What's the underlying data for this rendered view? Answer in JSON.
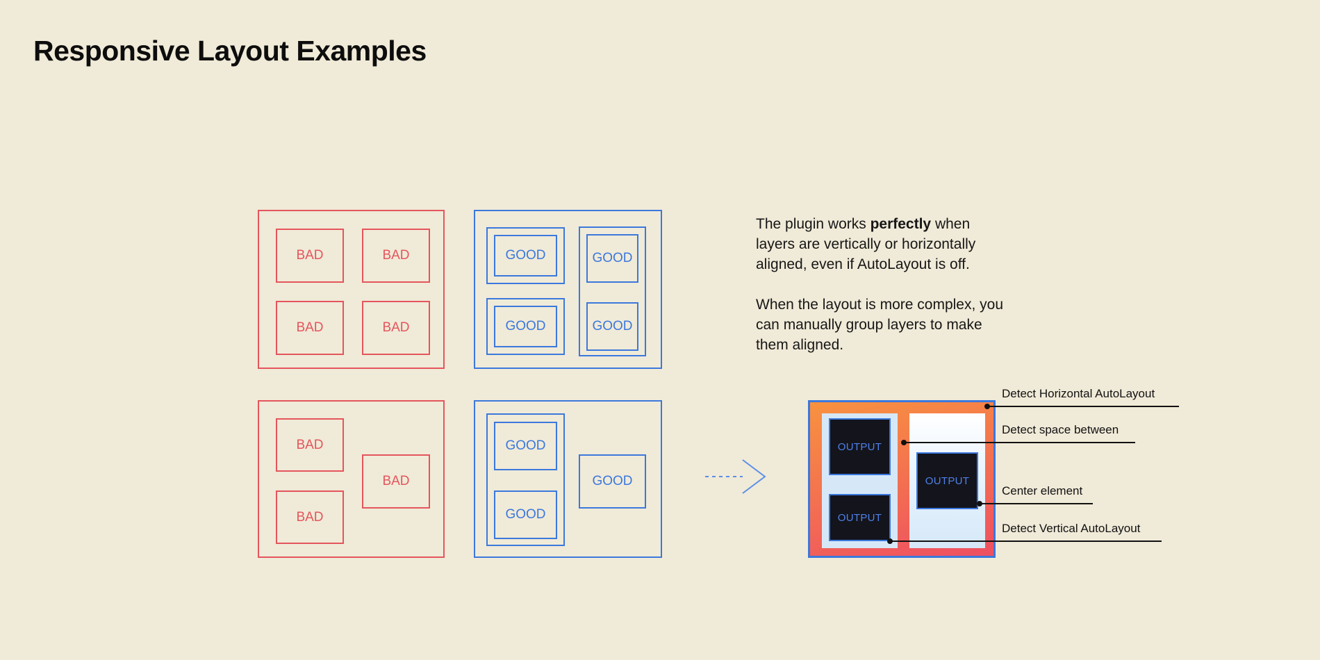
{
  "page": {
    "title": "Responsive Layout Examples"
  },
  "labels": {
    "bad": "BAD",
    "good": "GOOD",
    "output": "OUTPUT"
  },
  "description": {
    "p1_pre": "The plugin works ",
    "p1_bold": "perfectly",
    "p1_post": " when\nlayers are vertically or horizontally\naligned, even if AutoLayout is off.",
    "p2": "When the layout is more complex, you\ncan manually group layers to make\nthem aligned."
  },
  "annotations": [
    {
      "label": "Detect Horizontal AutoLayout"
    },
    {
      "label": "Detect space between"
    },
    {
      "label": "Center element"
    },
    {
      "label": "Detect Vertical AutoLayout"
    }
  ],
  "colors": {
    "background": "#f0ead8",
    "red": "#e4555c",
    "blue": "#3b78dd",
    "panel_light_blue": "#d6e8f8",
    "output_bg": "#14141c",
    "output_text": "#4d82ea",
    "gradient_start": "#f8923f",
    "gradient_end": "#ee4f62",
    "annotation_black": "#111111"
  }
}
